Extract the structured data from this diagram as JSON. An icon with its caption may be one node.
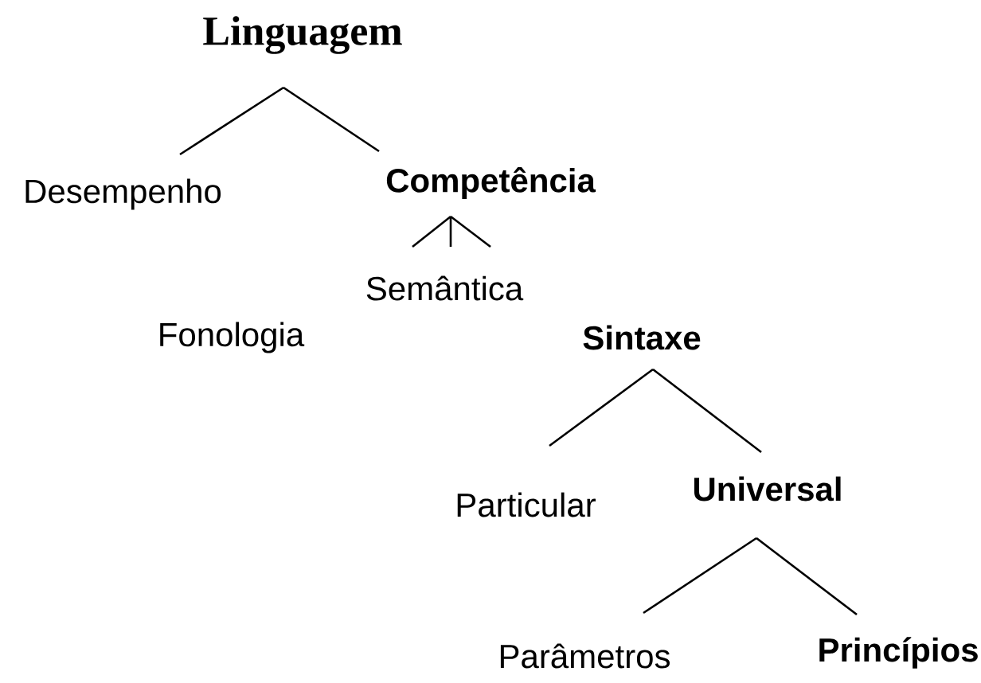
{
  "diagram": {
    "nodes": [
      {
        "text": [
          "Linguagem"
        ]
      },
      {
        "text": [
          "Desempenho"
        ]
      },
      {
        "text": [
          "Competência"
        ]
      },
      {
        "text": [
          "Fonologia"
        ]
      },
      {
        "text": [
          "Semântica"
        ]
      },
      {
        "text": [
          "Sintaxe"
        ]
      },
      {
        "text": [
          "Particular"
        ]
      },
      {
        "text": [
          "Universal"
        ]
      },
      {
        "text": [
          "Parâmetros"
        ]
      },
      {
        "text": [
          "Princípios"
        ]
      }
    ],
    "edges": [
      {
        "from": 0,
        "to": 1,
        "arrow": "none"
      },
      {
        "from": 0,
        "to": 2,
        "arrow": "none"
      },
      {
        "from": 2,
        "to": 4,
        "arrow": "none"
      },
      {
        "from": 2,
        "to": 4,
        "arrow": "none"
      },
      {
        "from": 2,
        "to": 4,
        "arrow": "none"
      },
      {
        "from": 5,
        "to": 6,
        "arrow": "none"
      },
      {
        "from": 5,
        "to": 7,
        "arrow": "none"
      },
      {
        "from": 7,
        "to": 8,
        "arrow": "none"
      },
      {
        "from": 7,
        "to": 9,
        "arrow": "none"
      }
    ]
  }
}
